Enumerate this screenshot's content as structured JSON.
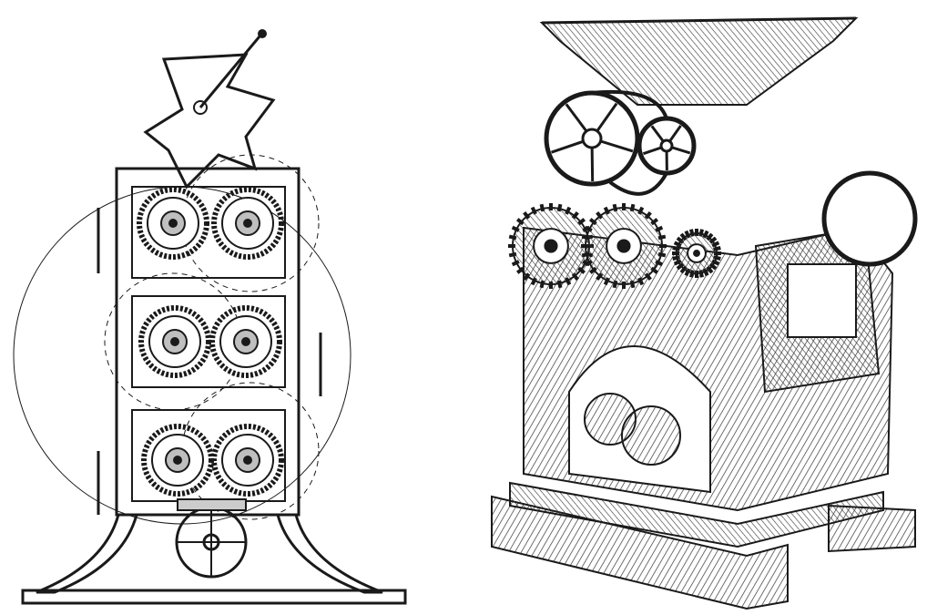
{
  "figure": {
    "panels": [
      {
        "id": "section-view",
        "kind": "line drawing"
      },
      {
        "id": "perspective-view",
        "kind": "engraving"
      }
    ],
    "colors": {
      "ink": "#1a1a1a",
      "paper": "#ffffff",
      "hatch": "#333333",
      "shade": "#bfbfbf"
    }
  }
}
